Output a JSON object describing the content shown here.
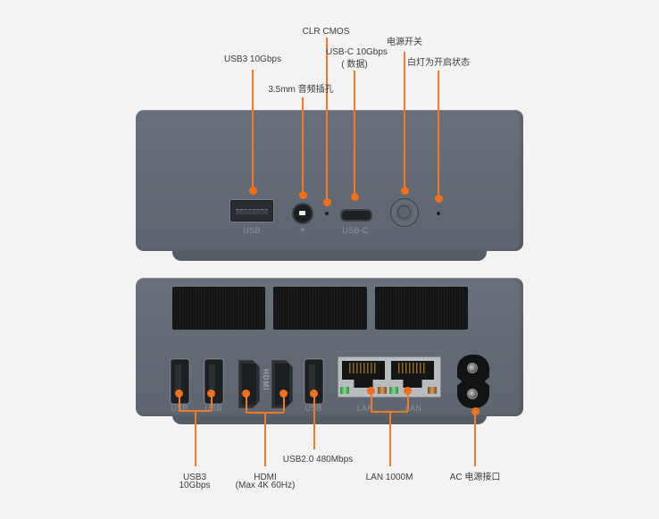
{
  "accent_color": "#f36f17",
  "front_panel": {
    "callouts": {
      "usb3": "USB3 10Gbps",
      "audio": "3.5mm 音频插孔",
      "clr_cmos": "CLR CMOS",
      "usbc_line1": "USB-C 10Gbps",
      "usbc_line2": "( 数据)",
      "power": "电源开关",
      "led": "白灯为开启状态"
    },
    "port_labels": {
      "usb": "USB",
      "audio_icon": "headphone-icon",
      "usbc": "USB-C"
    }
  },
  "rear_panel": {
    "port_labels": {
      "usb_1": "USB",
      "usb_2": "USB",
      "hdmi": "HDMI",
      "usb_3": "USB",
      "lan_1": "LAN",
      "lan_2": "LAN"
    },
    "callouts": {
      "usb3_line1": "USB3",
      "usb3_line2": "10Gbps",
      "hdmi_line1": "HDMI",
      "hdmi_line2": "(Max 4K 60Hz)",
      "usb2": "USB2.0 480Mbps",
      "lan": "LAN 1000M",
      "ac": "AC 电源接口"
    }
  }
}
